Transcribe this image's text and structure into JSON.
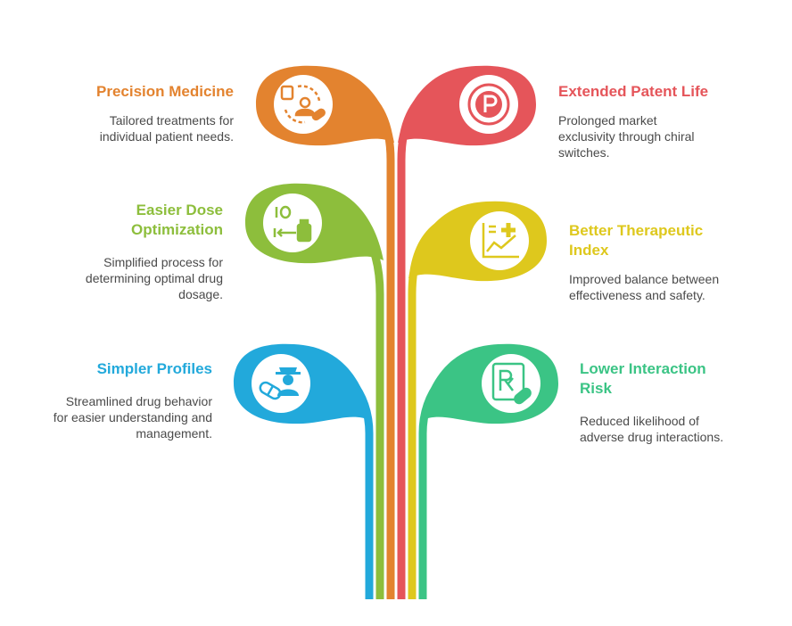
{
  "colors": {
    "orange": "#E3832F",
    "red": "#E5555A",
    "lime": "#8DBE3C",
    "yellow": "#DEC81D",
    "blue": "#22A9DB",
    "green": "#3BC485"
  },
  "items": [
    {
      "title": "Precision Medicine",
      "desc": "Tailored treatments for individual patient needs.",
      "color": "#E3832F",
      "icon": "doctor-patient-icon"
    },
    {
      "title": "Extended Patent Life",
      "desc": "Prolonged market exclusivity through chiral switches.",
      "color": "#E5555A",
      "icon": "patent-icon"
    },
    {
      "title": "Easier Dose Optimization",
      "desc": "Simplified process for determining optimal drug dosage.",
      "color": "#8DBE3C",
      "icon": "dosage-icon"
    },
    {
      "title": "Better Therapeutic Index",
      "desc": "Improved balance between effectiveness and safety.",
      "color": "#DEC81D",
      "icon": "chart-plus-icon"
    },
    {
      "title": "Simpler Profiles",
      "desc": "Streamlined drug behavior for easier understanding and management.",
      "color": "#22A9DB",
      "icon": "agent-pill-icon"
    },
    {
      "title": "Lower Interaction Risk",
      "desc": "Reduced likelihood of adverse drug interactions.",
      "color": "#3BC485",
      "icon": "prescription-icon"
    }
  ]
}
